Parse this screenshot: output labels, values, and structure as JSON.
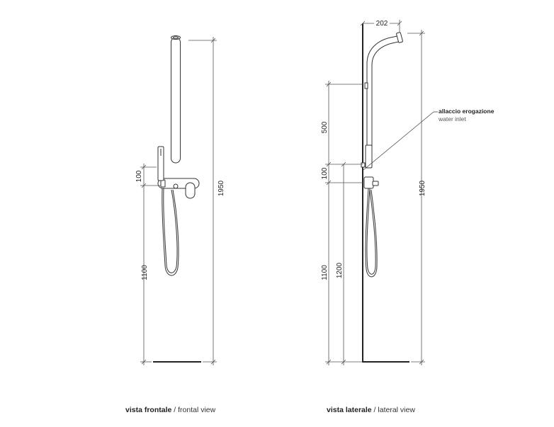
{
  "frontal": {
    "dimensions": {
      "total_height": "1950",
      "handshower": "100",
      "outlet": "1100"
    },
    "caption": {
      "bold": "vista frontale",
      "separator": " / ",
      "light": "frontal view"
    }
  },
  "lateral": {
    "dimensions": {
      "width": "202",
      "upper": "500",
      "middle": "100",
      "outlet": "1100",
      "inlet": "1200",
      "total_height": "1950"
    },
    "callout": {
      "bold": "allaccio erogazione",
      "light": "water inlet"
    },
    "caption": {
      "bold": "vista laterale",
      "separator": " / ",
      "light": "lateral view"
    }
  }
}
